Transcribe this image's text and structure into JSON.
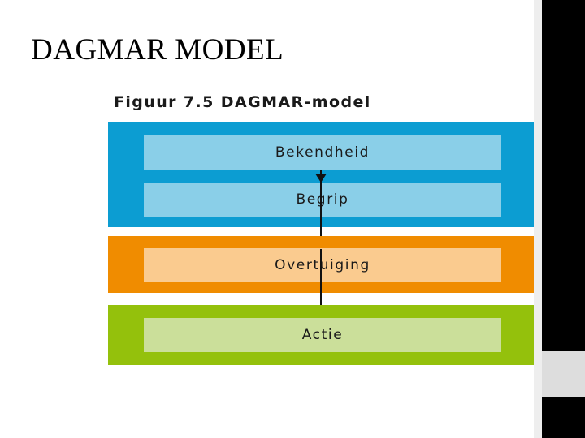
{
  "slide": {
    "title": "DAGMAR MODEL",
    "background_color": "#ffffff"
  },
  "figure": {
    "caption": "Figuur 7.5  DAGMAR-model",
    "bands": [
      {
        "name": "cognitive",
        "color": "#0c9dd2",
        "box_color": "#8acfe8",
        "stages": [
          {
            "label": "Bekendheid"
          },
          {
            "label": "Begrip"
          }
        ]
      },
      {
        "name": "affective",
        "color": "#f08c00",
        "box_color": "#facb8f",
        "stages": [
          {
            "label": "Overtuiging"
          }
        ]
      },
      {
        "name": "conative",
        "color": "#94c10c",
        "box_color": "#cbdf9a",
        "stages": [
          {
            "label": "Actie"
          }
        ]
      }
    ],
    "arrows": [
      {
        "name": "bekendheid-to-begrip"
      },
      {
        "name": "begrip-to-overtuiging"
      },
      {
        "name": "overtuiging-to-actie"
      }
    ]
  },
  "decoration": {
    "right_bar_color": "#000000",
    "right_gap_color": "#dddddd",
    "right_edge_color": "#eeeeee"
  }
}
